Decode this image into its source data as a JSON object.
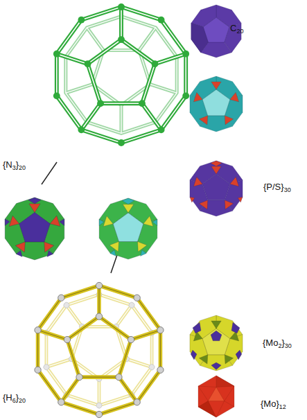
{
  "diagram": {
    "labels": [
      "C20",
      "{N3}20",
      "{P/S}30",
      "{Mo2}30",
      "{H6}20",
      "{Mo}12"
    ]
  }
}
